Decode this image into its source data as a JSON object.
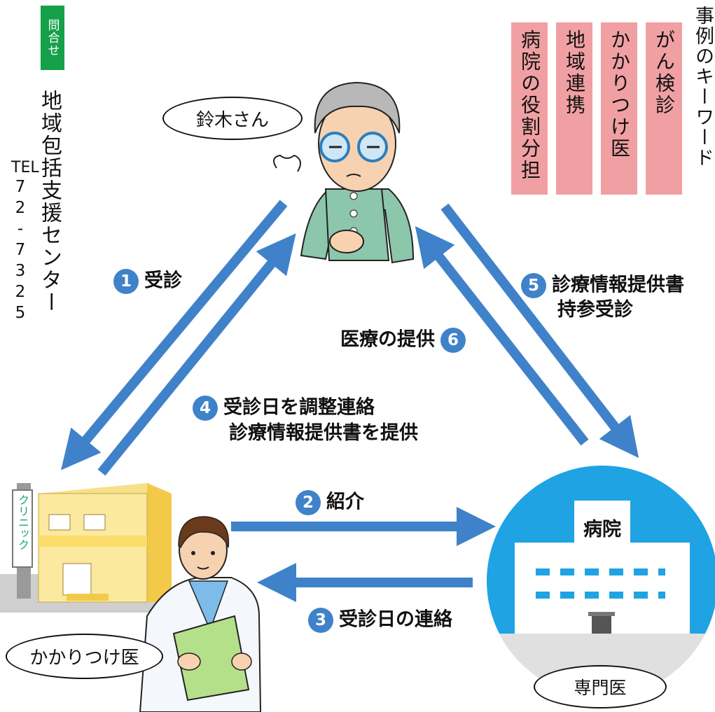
{
  "contact": {
    "badge": "問合せ",
    "organization": "地域包括支援センター",
    "tel_label": "TEL",
    "tel_number": "72-7325"
  },
  "keywords": {
    "title": "事例のキーワード",
    "tags": [
      "がん検診",
      "かかりつけ医",
      "地域連携",
      "病院の役割分担"
    ]
  },
  "actors": {
    "patient": "鈴木さん",
    "family_doctor": "かかりつけ医",
    "specialist": "専門医",
    "hospital_sign": "病院",
    "clinic_sign": "クリニック"
  },
  "steps": [
    {
      "num": "1",
      "lines": [
        "受診"
      ]
    },
    {
      "num": "2",
      "lines": [
        "紹介"
      ]
    },
    {
      "num": "3",
      "lines": [
        "受診日の連絡"
      ]
    },
    {
      "num": "4",
      "lines": [
        "受診日を調整連絡",
        "診療情報提供書を提供"
      ]
    },
    {
      "num": "5",
      "lines": [
        "診療情報提供書",
        "持参受診"
      ]
    },
    {
      "num": "6",
      "lines": [
        "医療の提供"
      ]
    }
  ],
  "colors": {
    "arrow": "#3f82c9",
    "badge": "#15a04a",
    "keyword_tag": "#f0a0a3",
    "hospital": "#1fa3e3",
    "clinic": "#f9dc6a"
  }
}
